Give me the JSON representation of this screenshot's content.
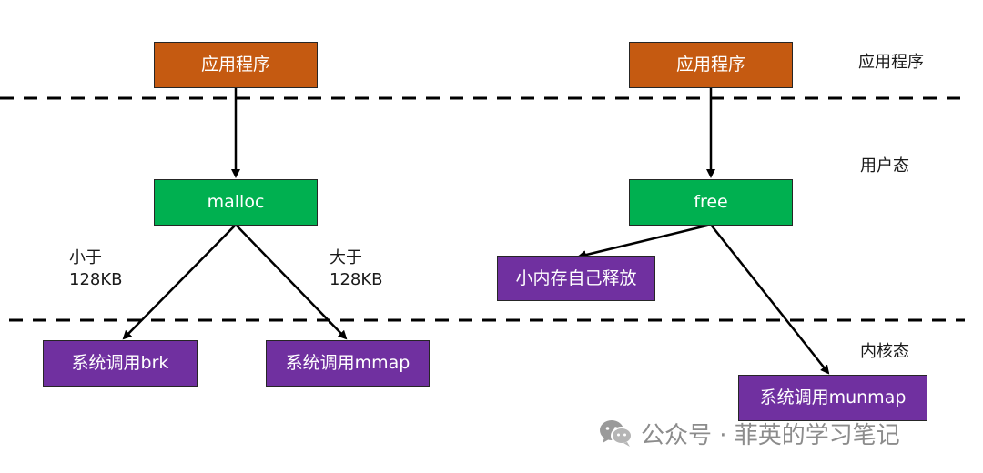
{
  "layers": {
    "app": "应用程序",
    "user": "用户态",
    "kernel": "内核态"
  },
  "boxes": {
    "app_left": "应用程序",
    "app_right": "应用程序",
    "malloc": "malloc",
    "free": "free",
    "brk": "系统调用brk",
    "mmap": "系统调用mmap",
    "self_free": "小内存自己释放",
    "munmap": "系统调用munmap"
  },
  "conditions": {
    "small_line1": "小于",
    "small_line2": "128KB",
    "large_line1": "大于",
    "large_line2": "128KB"
  },
  "watermark": {
    "text": "公众号 · 菲英的学习笔记",
    "icon": "wechat-icon"
  },
  "colors": {
    "app_box": "#c55a11",
    "user_box": "#00b050",
    "kernel_box": "#7030a0",
    "line": "#000000"
  }
}
